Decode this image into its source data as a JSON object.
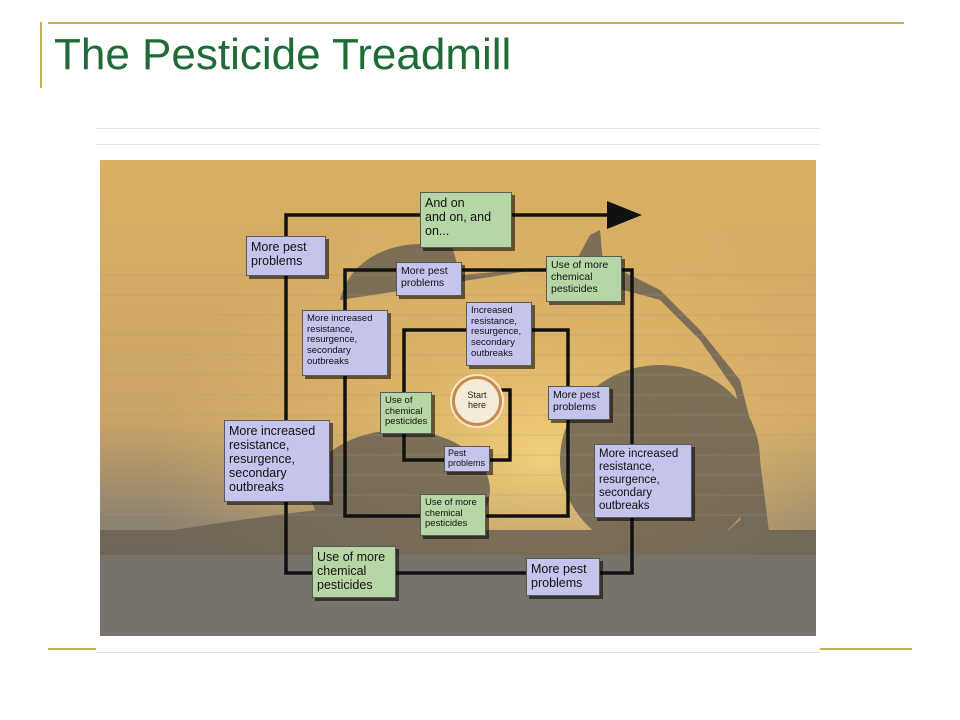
{
  "slide": {
    "title": "The Pesticide Treadmill"
  },
  "diagram": {
    "start": "Start\nhere",
    "continue_label": "And on\nand on, and\non...",
    "boxes": {
      "pest_problems_inner": "Pest\nproblems",
      "use_chem_1": "Use of\nchemical\npesticides",
      "increased_resist_1": "Increased\nresistance,\nresurgence,\nsecondary\noutbreaks",
      "more_pest_2": "More pest\nproblems",
      "use_more_chem_2": "Use of more\nchemical\npesticides",
      "more_resist_2": "More increased\nresistance,\nresurgence,\nsecondary\noutbreaks",
      "more_pest_3": "More pest\nproblems",
      "use_more_chem_3": "Use of more\nchemical\npesticides",
      "more_resist_3": "More increased\nresistance,\nresurgence,\nsecondary\noutbreaks",
      "more_pest_4": "More pest\nproblems",
      "use_more_chem_4": "Use of more\nchemical\npesticides",
      "more_resist_4": "More increased\nresistance,\nresurgence,\nsecondary\noutbreaks",
      "more_pest_5": "More pest\nproblems"
    }
  },
  "colors": {
    "title": "#1e6b36",
    "rule": "#c8b04e",
    "green_box": "#b6d7a5",
    "blue_box": "#c5c4ec",
    "sky_top": "#d9b062",
    "sky_glow": "#f5d27a"
  }
}
